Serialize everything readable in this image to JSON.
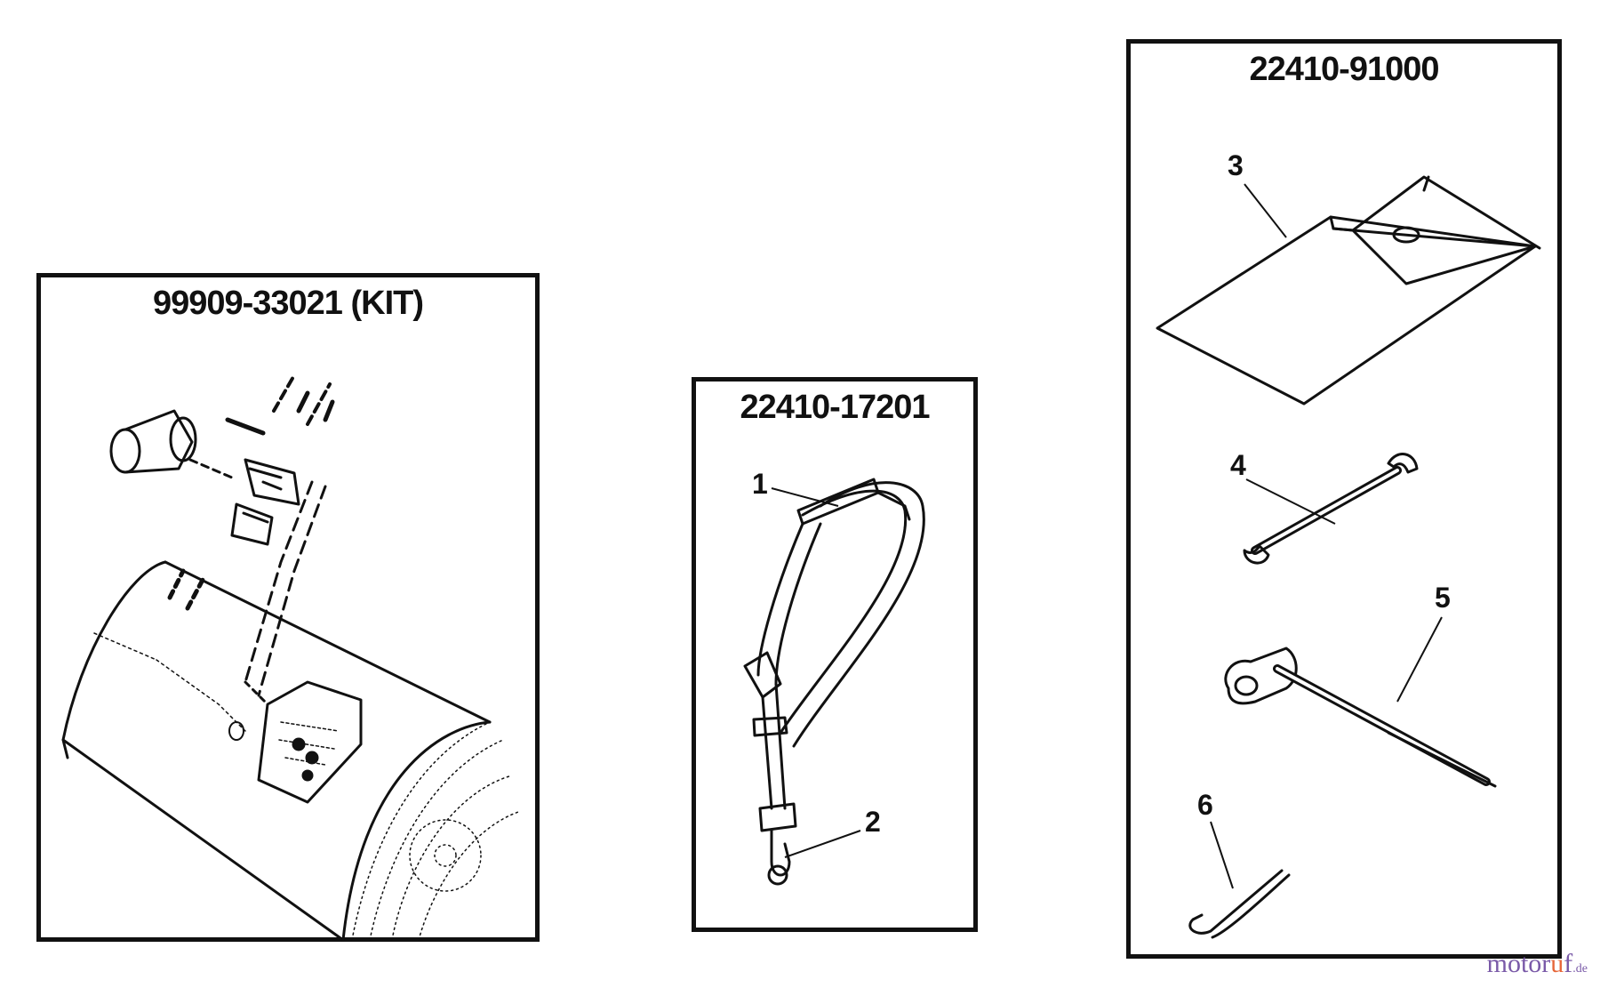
{
  "panels": {
    "kit": {
      "title": "99909-33021 (KIT)"
    },
    "strap": {
      "title": "22410-17201"
    },
    "tools": {
      "title": "22410-91000"
    }
  },
  "callouts": {
    "c1": "1",
    "c2": "2",
    "c3": "3",
    "c4": "4",
    "c5": "5",
    "c6": "6"
  },
  "watermark": {
    "part1": "motor",
    "part2": "u",
    "part3": "f",
    "suffix": ".de"
  },
  "colors": {
    "line": "#111111",
    "watermark_main": "#7a5aa8",
    "watermark_accent": "#e7683b"
  }
}
